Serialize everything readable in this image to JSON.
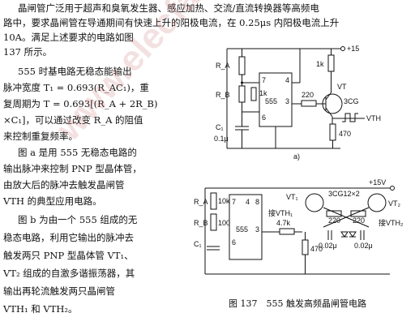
{
  "text": {
    "l1": "晶闸管广泛用于超声和臭氧发生器、感应加热、交流/直流转换器等高频电",
    "l2": "路中，要求晶闸管在导通期间有快速上升的阳极电流，在 0.25μs 内阳极电流上升",
    "l3": "10A。满足上述要求的电路如图",
    "l4": "137 所示。",
    "l5": "555 时基电路无稳态能输出",
    "l6": "脉冲宽度 T₁ = 0.693(R_AC₁)，重",
    "l7": "复周期为 T = 0.693[(R_A + 2R_B)",
    "l8": "×C₁]，可以通过改变 R_A 的阻值",
    "l9": "来控制重复频率。",
    "l10": "图 a 是用 555 无稳态电路的",
    "l11": "输出脉冲来控制 PNP 型晶体管，",
    "l12": "由放大后的脉冲去触发晶闸管",
    "l13": "VTH 的典型应用电路。",
    "l14": "图 b 为由一个 555 组成的无",
    "l15": "稳态电路，利用它输出的脉冲去",
    "l16": "触发两只 PNP 型晶体管 VT₁、",
    "l17": "VT₂ 组成的自激多谐振荡器，其",
    "l18": "输出再轮流触发两只晶闸管",
    "l19": "VTH₁ 和 VTH₂。"
  },
  "circuit_a": {
    "vcc": "+15",
    "ra": "R_A",
    "rb": "R_B",
    "c1": "C₁",
    "c1_val": "0.1μ",
    "ic": "555",
    "r1k_b": "1k",
    "r1k_e": "1k",
    "r220": "220",
    "r470": "470",
    "vt": "VT",
    "vt_part": "3CG",
    "vth": "VTH",
    "pin7": "7",
    "pin6": "6",
    "pin3": "3",
    "pin4": "4",
    "caption": "a)"
  },
  "circuit_b": {
    "vcc": "+15V",
    "ra": "R_A",
    "rb": "R_B",
    "c1": "C₁",
    "ic": "555",
    "r10k": "10k",
    "r100": "100",
    "r47k": "4.7k",
    "r470": "470",
    "r220a": "220",
    "r220b": "220",
    "c02a": "0.02μ",
    "c02b": "0.02μ",
    "vt1": "VT₁",
    "vt2": "VT₂",
    "vt_part": "3CG12×2",
    "to_vth1": "接VTH₁",
    "to_vth2": "接VTH₂",
    "pin7": "7",
    "pin6": "6",
    "pin3": "3",
    "pin4": "4",
    "pin8": "8"
  },
  "caption": "图 137　555 触发高频晶闸管电路",
  "watermark": "www.elecfans.com"
}
